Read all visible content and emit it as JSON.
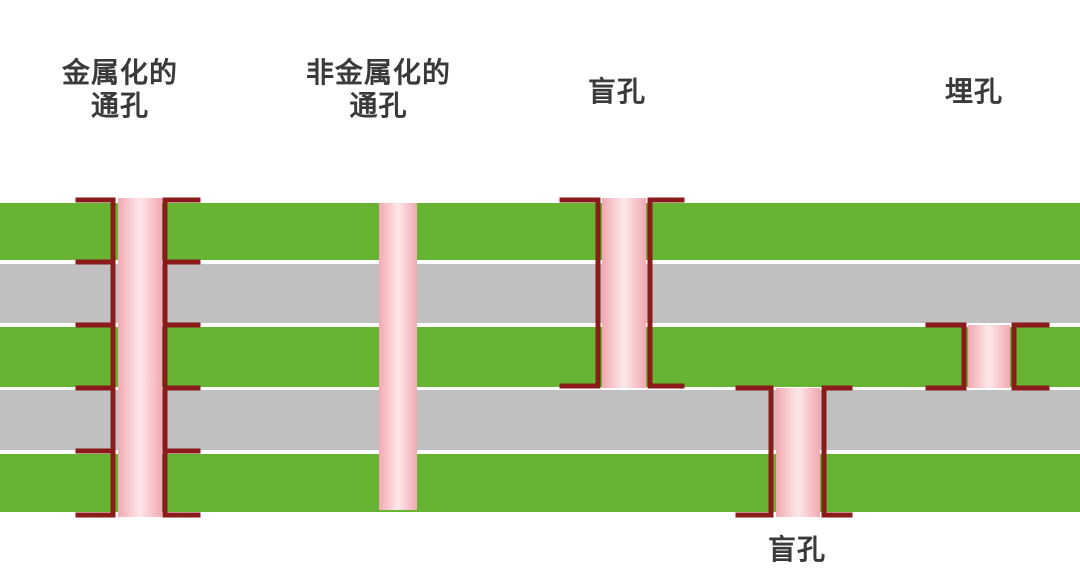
{
  "labels": {
    "metallized_via": [
      "金属化的",
      "通孔"
    ],
    "non_metallized_via": [
      "非金属化的",
      "通孔"
    ],
    "blind_via_top": "盲孔",
    "buried_via": "埋孔",
    "blind_via_bottom": "盲孔"
  },
  "colors": {
    "copper_layer": "#66b432",
    "dielectric_layer": "#c0c0c0",
    "hole_fill": "#f4c6cc",
    "plating": "#8b1a1a",
    "label_text": "#3a3a3a"
  }
}
